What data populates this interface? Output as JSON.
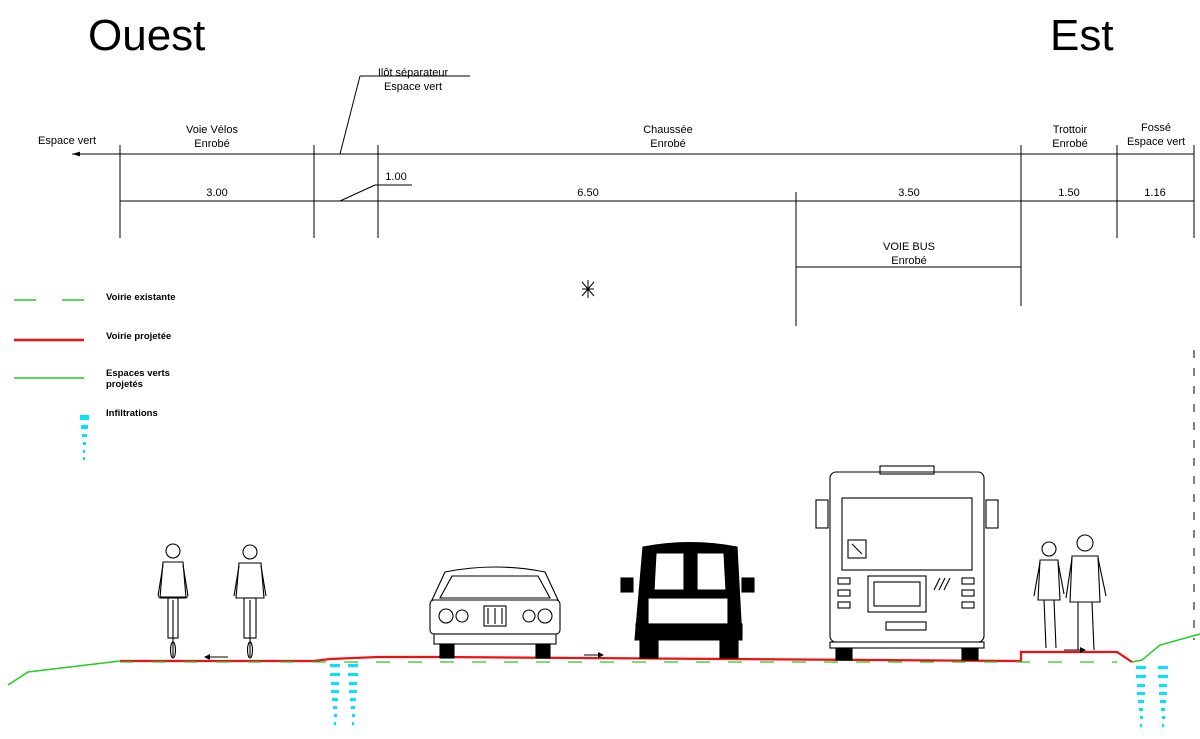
{
  "orientation": {
    "west": "Ouest",
    "east": "Est"
  },
  "labels": {
    "espace_vert_left": "Espace vert",
    "voie_velos": "Voie Vélos",
    "voie_velos_sub": "Enrobé",
    "ilot": "Ilôt séparateur",
    "ilot_sub": "Espace vert",
    "chaussee": "Chaussée",
    "chaussee_sub": "Enrobé",
    "trottoir": "Trottoir",
    "trottoir_sub": "Enrobé",
    "fosse": "Fossé",
    "fosse_sub": "Espace vert",
    "voie_bus": "VOIE BUS",
    "voie_bus_sub": "Enrobé"
  },
  "dimensions": {
    "d_velos": "3.00",
    "d_ilot": "1.00",
    "d_chaussee_a": "6.50",
    "d_bus": "3.50",
    "d_trottoir": "1.50",
    "d_fosse": "1.16"
  },
  "legend": [
    {
      "label": "Voirie existante",
      "style": "dashed",
      "color": "#22cc22"
    },
    {
      "label": "Voirie projetée",
      "style": "solid",
      "color": "#ee1111"
    },
    {
      "label": "Espaces verts projetés",
      "style": "solid",
      "color": "#22cc22"
    },
    {
      "label": "Infiltrations",
      "style": "infiltration",
      "color": "#00e5ff"
    }
  ],
  "colors": {
    "road_projected": "#ee1111",
    "green": "#22cc22",
    "infiltration": "#00e5ff"
  }
}
